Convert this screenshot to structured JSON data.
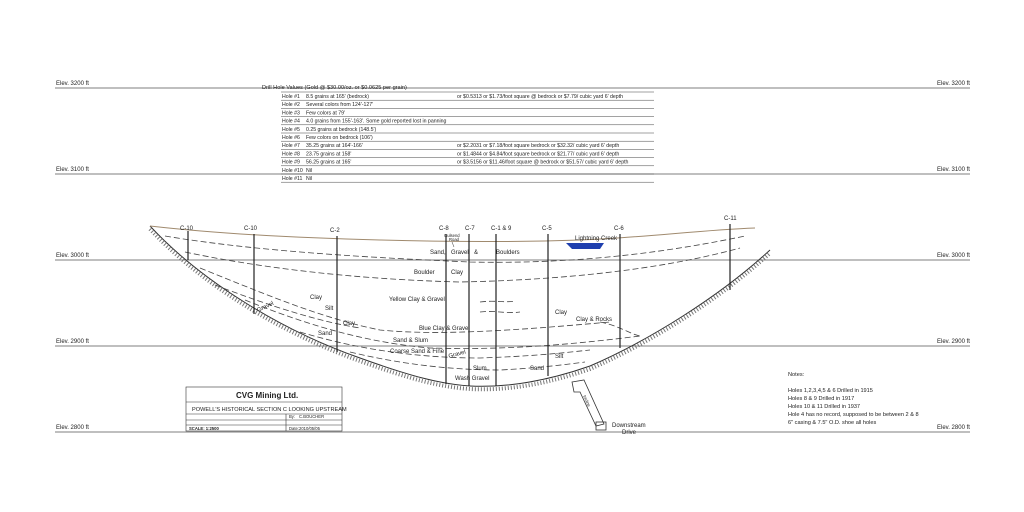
{
  "elevations": {
    "e3200": "Elev. 3200 ft",
    "e3100": "Elev. 3100 ft",
    "e3000": "Elev. 3000 ft",
    "e2900": "Elev. 2900 ft",
    "e2800": "Elev. 2800 ft"
  },
  "drill_table": {
    "title": "Drill Hole Values  (Gold @ $30.00/oz. or $0.0625 per grain)",
    "rows": [
      {
        "hole": "Hole #1",
        "desc": "8.5 grains at 165'  (bedrock)",
        "value": "or $0.5313 or $1.73/foot square @ bedrock or $7.79/ cubic yard 6' depth"
      },
      {
        "hole": "Hole #2",
        "desc": "Several colors from 124'-127'",
        "value": ""
      },
      {
        "hole": "Hole #3",
        "desc": "Few colors at 79'",
        "value": ""
      },
      {
        "hole": "Hole #4",
        "desc": "4.0 grains from 155'-163'. Some gold reported lost in panning",
        "value": ""
      },
      {
        "hole": "Hole #5",
        "desc": "0.25 grains at bedrock (148.5')",
        "value": ""
      },
      {
        "hole": "Hole #6",
        "desc": "Few colors on bedrock (106')",
        "value": ""
      },
      {
        "hole": "Hole #7",
        "desc": "35.25 grains at 164'-166'",
        "value": "or $2.2031 or $7.18/foot square bedrock or $32.32/ cubic yard 6' depth"
      },
      {
        "hole": "Hole #8",
        "desc": "23.75 grains at 158'",
        "value": "or $1.4844 or $4.84/foot square bedrock or $21.77/ cubic yard 6' depth"
      },
      {
        "hole": "Hole #9",
        "desc": "56.25 grains at 165'",
        "value": "or $3.5156 or $11.46/foot square @ bedrock or $51.57/ cubic yard 6' depth"
      },
      {
        "hole": "Hole #10",
        "desc": "Nil",
        "value": ""
      },
      {
        "hole": "Hole #11",
        "desc": "Nil",
        "value": ""
      }
    ]
  },
  "holes": {
    "c10a": "C-10",
    "c10b": "C-10",
    "c2": "C-2",
    "c8": "C-8",
    "c7": "C-7",
    "c19": "C-1 & 9",
    "c5": "C-5",
    "c6": "C-6",
    "c11": "C-11"
  },
  "layers": {
    "gravel_left": "Gravel",
    "clay1": "Clay",
    "silt1": "Silt",
    "clay2": "Clay",
    "sand1": "Sand",
    "sand_gravel_a": "Sand,",
    "sand_gravel_b": "Gravel",
    "sand_gravel_c": "&",
    "sand_gravel_d": "Boulders",
    "boulder": "Boulder",
    "clay3": "Clay",
    "yellow": "Yellow Clay & Gravel",
    "blue": "Blue Clay & Gravel",
    "sand_slum": "Sand & Slum",
    "coarse": "Coarse Sand & Fine",
    "gravel_center": "Gravel",
    "slum": "Slum",
    "wash": "Wash Gravel",
    "clay_right": "Clay",
    "clay_rocks": "Clay & Rocks",
    "silt_right": "Silt",
    "sand_right": "Sand",
    "gulch_a": "Gulsend",
    "gulch_b": "Road",
    "creek": "Lightning Creek",
    "incline": "Incline",
    "drive_a": "Downstream",
    "drive_b": "Drive"
  },
  "title_block": {
    "company": "CVG Mining Ltd.",
    "section": "POWELL'S HISTORICAL SECTION C LOOKING UPSTREAM",
    "by_label": "By:",
    "by_value": "C.BOUCHER",
    "scale": "SCALE: 1:2500",
    "date_label": "Date:",
    "date_value": "2010/05/05"
  },
  "notes": {
    "title": "Notes:",
    "lines": [
      "Holes 1,2,3,4,5 & 6 Drilled in 1915",
      "Holes 8 & 9 Drilled in 1917",
      "Holes 10 & 11 Drilled in 1937",
      "Hole 4 has no record, supposed to be between 2 & 8",
      "6\" casing  & 7.5\" O.D. shoe all holes"
    ]
  },
  "colors": {
    "ground": "#a08a6e",
    "water": "#1f3fae",
    "line": "#333333"
  }
}
